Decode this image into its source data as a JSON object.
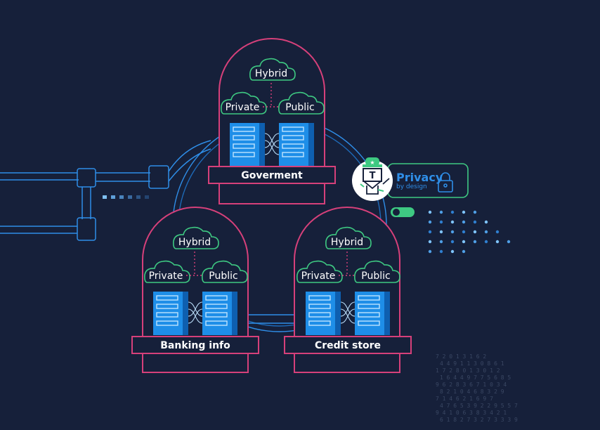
{
  "nodes": [
    {
      "id": "government",
      "label": "Goverment",
      "clouds": {
        "top": "Hybrid",
        "left": "Private",
        "right": "Public"
      }
    },
    {
      "id": "banking",
      "label": "Banking info",
      "clouds": {
        "top": "Hybrid",
        "left": "Private",
        "right": "Public"
      }
    },
    {
      "id": "credit",
      "label": "Credit store",
      "clouds": {
        "top": "Hybrid",
        "left": "Private",
        "right": "Public"
      }
    }
  ],
  "badge": {
    "icon_letter": "T",
    "title": "Privacy",
    "subtitle": "by design",
    "icon": "padlock-icon",
    "toggle": "on"
  },
  "colors": {
    "background": "#16203a",
    "capsule": "#d6407a",
    "cloud_outline": "#3ec982",
    "server": "#1e8ee8",
    "pipe": "#2f8ee8",
    "toggle": "#3ec982"
  },
  "digit_field": [
    "7  2    0    1  3  1  6   2",
    "   4  4  9  1  1  3  0  8  6  1",
    "1  7  2  8    0    1  3    0  1  2",
    "1  6  4  4  9  7  7    5  6  8  5",
    "   9    6  2  8  3  6  7  1  0  3  4",
    "8  2    1  0  4  6  8  3  2  9",
    "   7  1  4  6    2  1  6  9  7",
    "4  7  6  5  3    9  2  2  9  5  5  7",
    "   9  4  1  0  6    3  8  3  4  2  1",
    "6  1    8  2  7  3  2  7  3  3  3  9"
  ]
}
